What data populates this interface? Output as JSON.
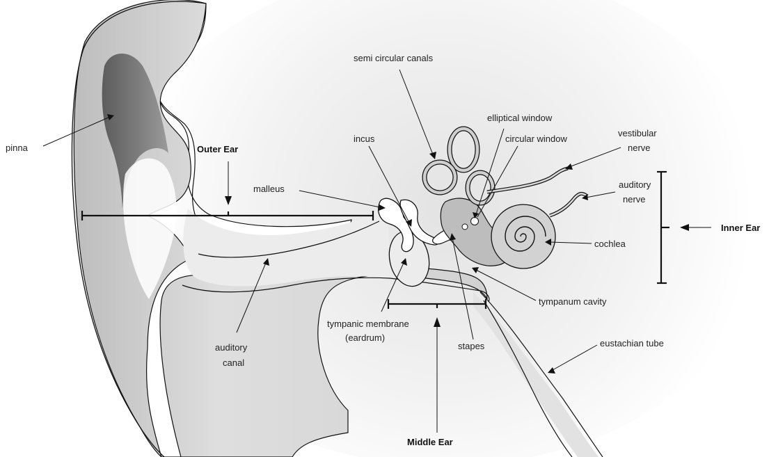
{
  "labels": {
    "pinna": "pinna",
    "semi_circular_canals": "semi circular canals",
    "elliptical_window": "elliptical window",
    "circular_window": "circular window",
    "incus": "incus",
    "vestibular_nerve": [
      "vestibular",
      "nerve"
    ],
    "auditory_nerve": [
      "auditory",
      "nerve"
    ],
    "malleus": "malleus",
    "cochlea": "cochlea",
    "tympanum_cavity": "tympanum cavity",
    "tympanic_membrane": [
      "tympanic membrane",
      "(eardrum)"
    ],
    "stapes": "stapes",
    "auditory_canal": [
      "auditory",
      "canal"
    ],
    "eustachian_tube": "eustachian tube"
  },
  "regions": {
    "outer_ear": "Outer Ear",
    "middle_ear": "Middle Ear",
    "inner_ear": "Inner Ear"
  },
  "colors": {
    "ink": "#111111",
    "pinna_hollow": "#6e6e6e",
    "tissue": "#dcdcdc",
    "canal": "#ececec",
    "background_glow": "#e3e3e3"
  }
}
